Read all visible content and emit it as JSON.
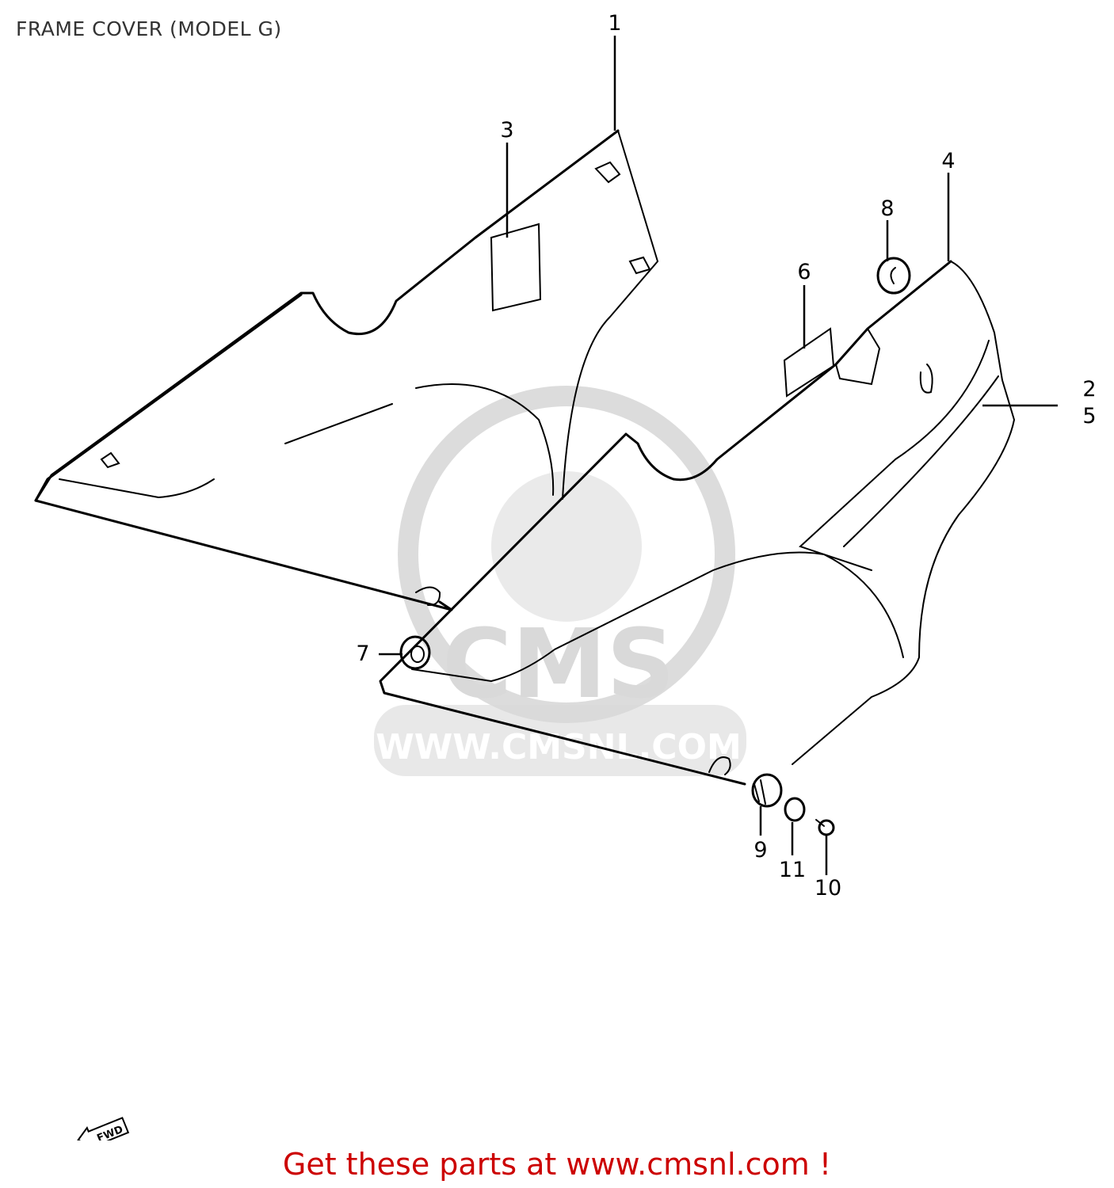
{
  "title": "FRAME COVER (MODEL G)",
  "callouts": [
    {
      "id": "1",
      "text": "1"
    },
    {
      "id": "2",
      "text": "2"
    },
    {
      "id": "3",
      "text": "3"
    },
    {
      "id": "4",
      "text": "4"
    },
    {
      "id": "5",
      "text": "5"
    },
    {
      "id": "6",
      "text": "6"
    },
    {
      "id": "7",
      "text": "7"
    },
    {
      "id": "8",
      "text": "8"
    },
    {
      "id": "9",
      "text": "9"
    },
    {
      "id": "10",
      "text": "10"
    },
    {
      "id": "11",
      "text": "11"
    }
  ],
  "watermark": {
    "logo_text": "CMS",
    "url_text": "WWW.CMSNL.COM"
  },
  "direction_marker": "FWD",
  "footer": "Get these parts at www.cmsnl.com !",
  "colors": {
    "footer": "#cc0000",
    "watermark": "#d9d9d9",
    "lines": "#000000"
  }
}
